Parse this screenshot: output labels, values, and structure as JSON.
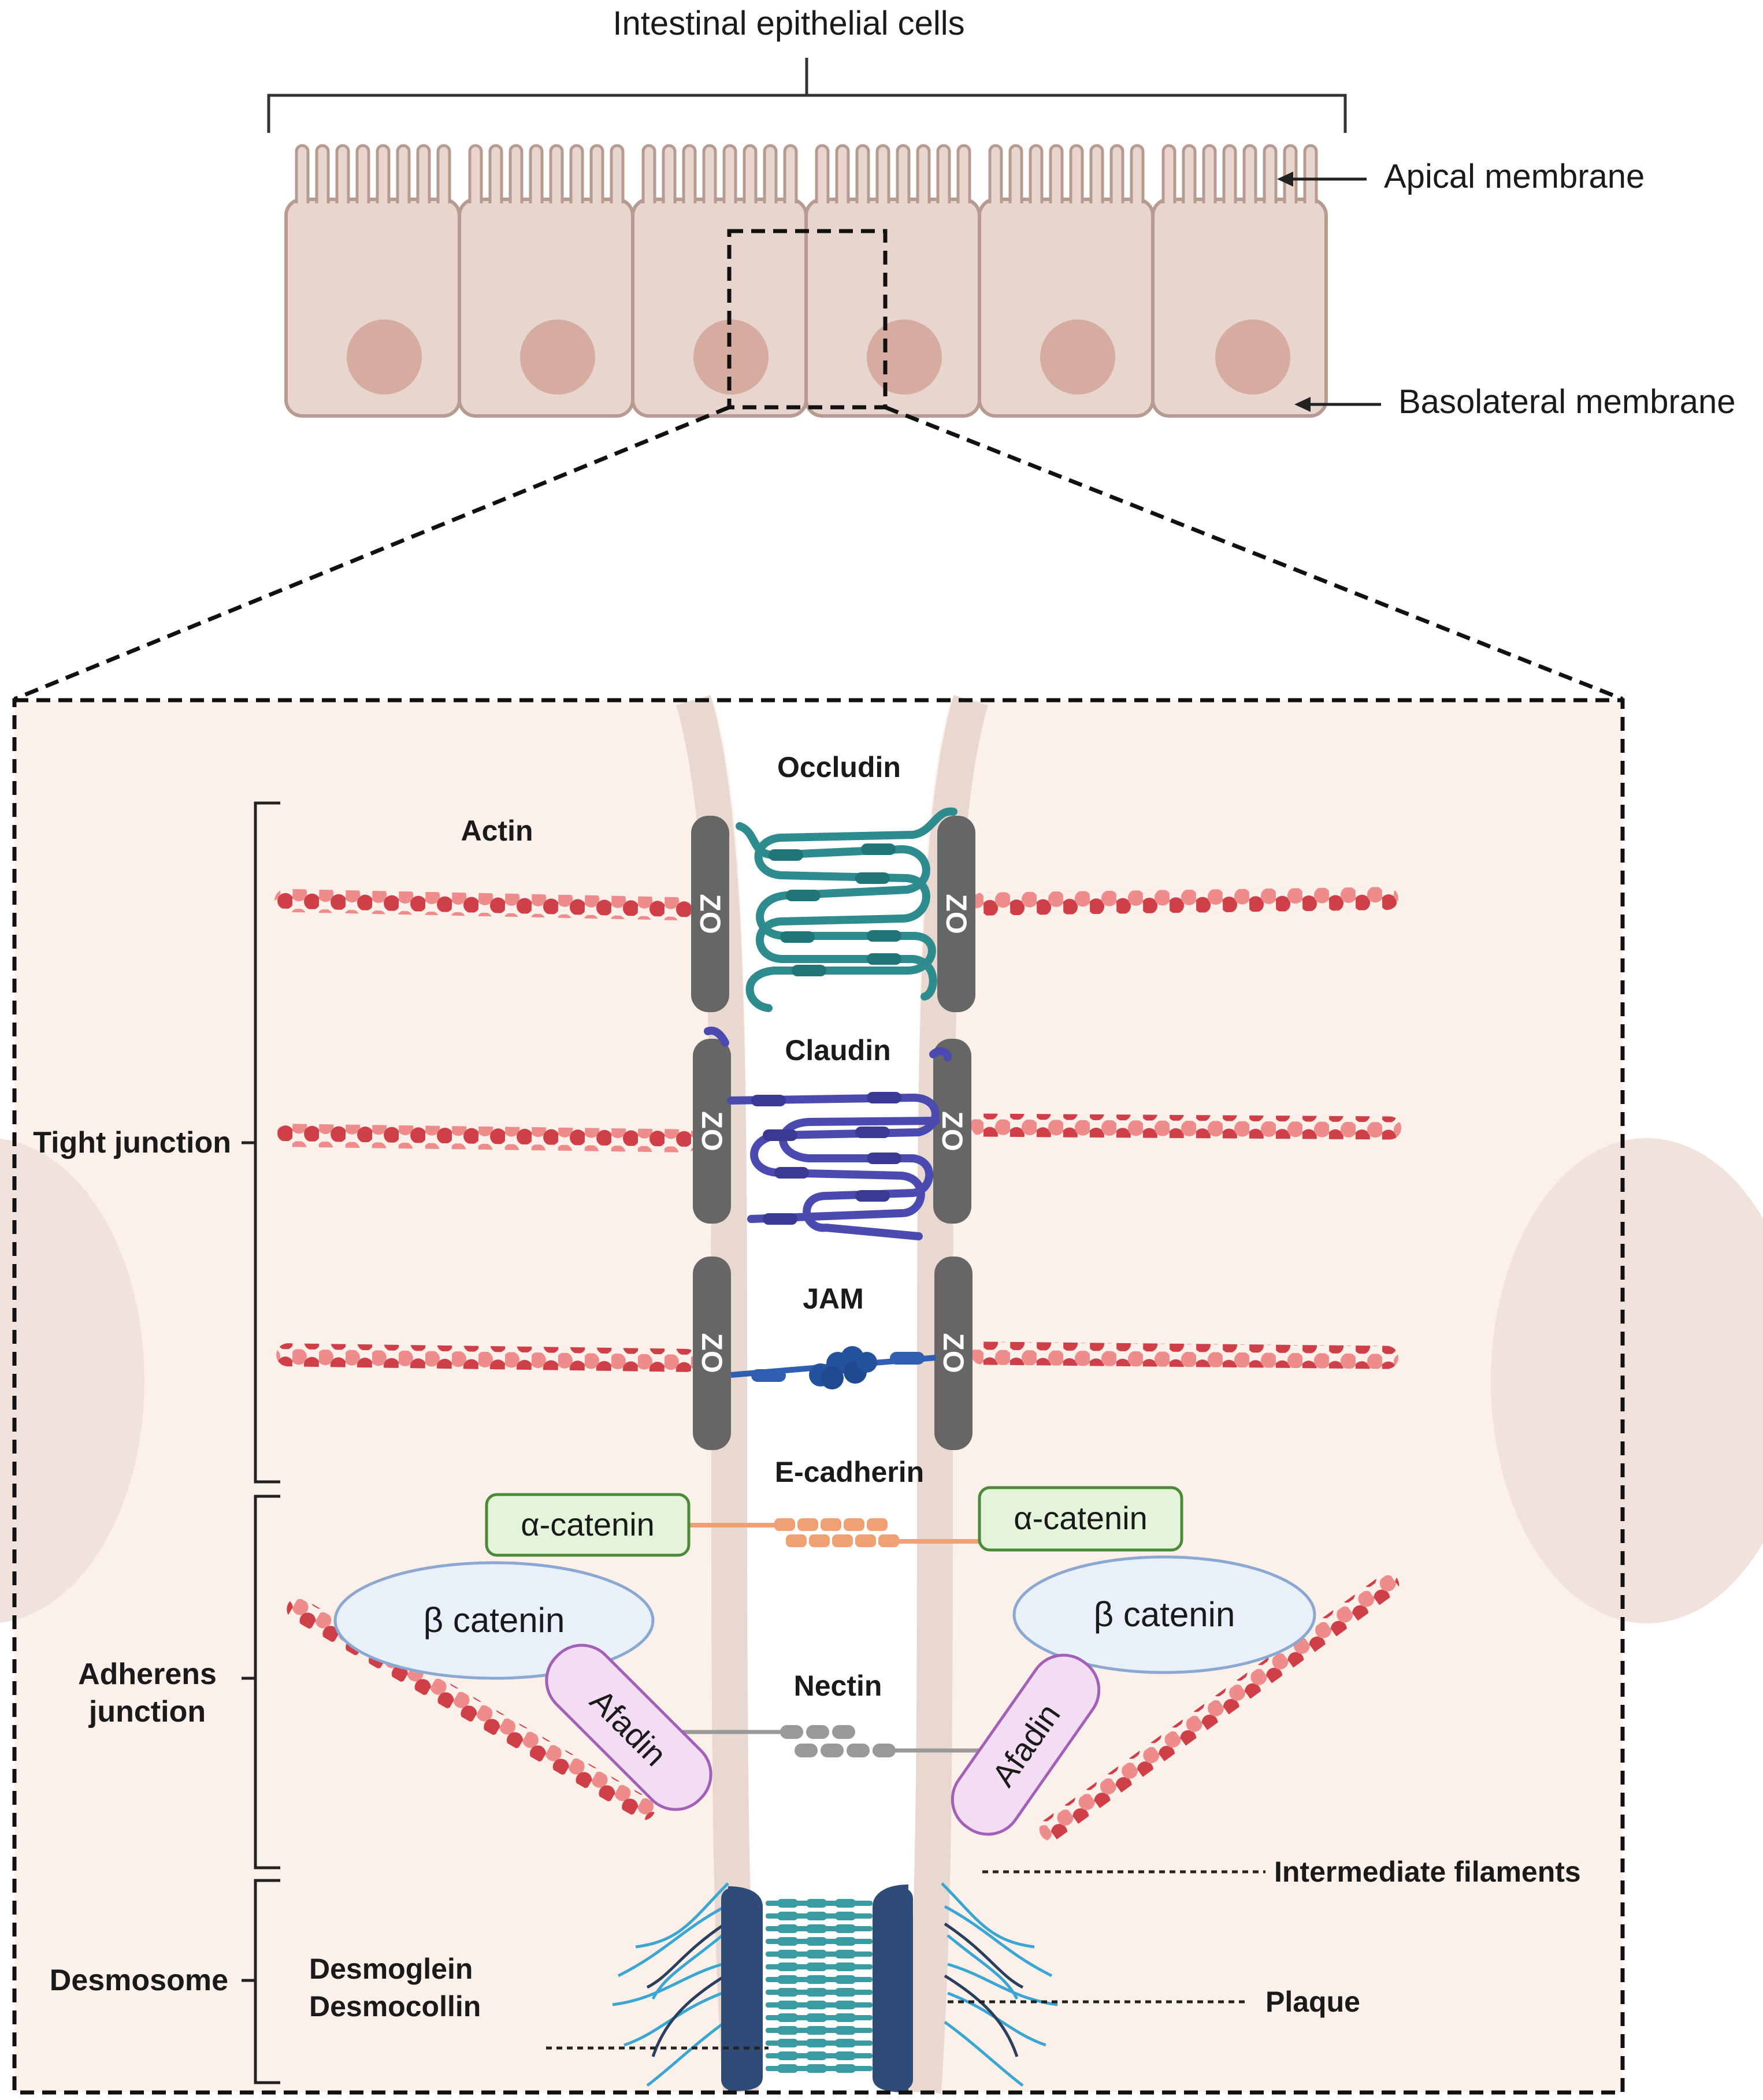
{
  "top": {
    "title": "Intestinal epithelial cells",
    "apical": "Apical membrane",
    "basolateral": "Basolateral membrane"
  },
  "sections": {
    "tight": "Tight junction",
    "adherens_1": "Adherens",
    "adherens_2": "junction",
    "desmosome": "Desmosome"
  },
  "proteins": {
    "actin": "Actin",
    "occludin": "Occludin",
    "claudin": "Claudin",
    "jam": "JAM",
    "zo": "ZO",
    "ecadherin": "E-cadherin",
    "alpha_catenin": "α-catenin",
    "beta_catenin": "β catenin",
    "nectin": "Nectin",
    "afadin": "Afadin",
    "intermediate": "Intermediate filaments",
    "desmoglein": "Desmoglein",
    "desmocollin": "Desmocollin",
    "plaque": "Plaque"
  },
  "colors": {
    "cell_fill": "#e8d6ce",
    "cell_stroke": "#b79a90",
    "nucleus": "#d6aba0",
    "zoom_bg": "#fbf0ea",
    "membrane": "#e8d8cf",
    "actin_dark": "#cf3f48",
    "actin_light": "#ee8c8c",
    "zo": "#666666",
    "occludin": "#2e8c8e",
    "claudin": "#4a4ab0",
    "jam": "#2f5fb0",
    "ecadherin": "#f0a174",
    "alpha_fill": "#e4f4da",
    "alpha_stroke": "#4a8a38",
    "beta_fill": "#e9f0fa",
    "beta_stroke": "#8aa8d2",
    "afadin_fill": "#f2ddf4",
    "afadin_stroke": "#a260b6",
    "nectin": "#999999",
    "desmo_plaque": "#2f4b78",
    "desmo_link": "#3a9ca2",
    "if_blue": "#3aa6d2",
    "if_dark": "#2a3f5e"
  }
}
